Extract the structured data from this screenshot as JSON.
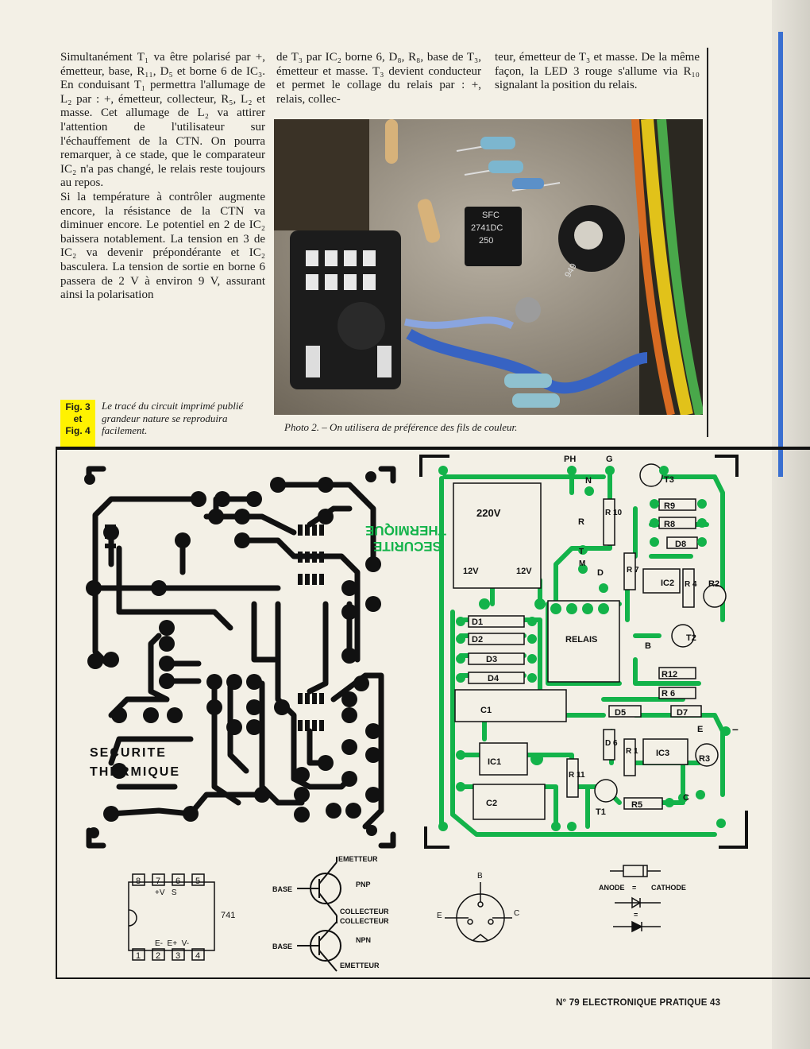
{
  "columns": {
    "col1": "Simultanément T₁ va être polarisé par +, émetteur, base, R₁₁, D₅ et borne 6 de IC₃. En conduisant T₁ permettra l'allumage de L₂ par : +, émetteur, collecteur, R₅, L₂ et masse. Cet allumage de L₂ va attirer l'attention de l'utilisateur sur l'échauffement de la CTN. On pourra remarquer, à ce stade, que le comparateur IC₂ n'a pas changé, le relais reste toujours au repos.",
    "col1b": "Si la température à contrôler augmente encore, la résistance de la CTN va diminuer encore. Le potentiel en 2 de IC₂ baissera notablement. La tension en 3 de IC₂ va devenir prépondérante et IC₂ basculera. La tension de sortie en borne 6 passera de 2 V à environ 9 V, assurant ainsi la polarisation",
    "col2": "de T₃ par IC₂ borne 6, D₈, R₈, base de T₃, émetteur et masse. T₃ devient conducteur et permet le collage du relais par : +, relais, collec-",
    "col3": "teur, émetteur de T₃ et masse. De la même façon, la LED 3 rouge s'allume via R₁₀ signalant la position du relais."
  },
  "photo": {
    "caption": "Photo 2. – On utilisera de préférence des fils de couleur.",
    "chip_lines": [
      "SFC",
      "2741DC",
      "250"
    ],
    "pot_label": "949"
  },
  "figure": {
    "tag": [
      "Fig. 3",
      "et",
      "Fig. 4"
    ],
    "caption": "Le tracé du circuit imprimé publié grandeur nature se reproduira facilement.",
    "pcb_title": [
      "SECURITE",
      "THERMIQUE"
    ],
    "green_labels": {
      "ph": "PH",
      "g": "G",
      "n": "N",
      "t3": "T3",
      "r9": "R9",
      "r8": "R8",
      "d8": "D8",
      "v220": "220V",
      "thermique": "THERMIQUE",
      "securite": "SECURITE",
      "r": "R",
      "r10": "R 10",
      "t": "T",
      "m": "M",
      "d": "D",
      "r7": "R 7",
      "v12a": "12V",
      "v12b": "12V",
      "ic2": "IC2",
      "r4": "R 4",
      "r2": "R2",
      "d1": "D1",
      "d2": "D2",
      "d3": "D3",
      "d4": "D4",
      "relais": "RELAIS",
      "b": "B",
      "t2": "T2",
      "r12": "R12",
      "r6": "R 6",
      "c1": "C1",
      "d5": "D5",
      "d7": "D7",
      "e": "E",
      "minus": "–",
      "d6": "D 6",
      "r1": "R 1",
      "ic3": "IC3",
      "ic1": "IC1",
      "r3": "R3",
      "r11": "R 11",
      "c": "C",
      "c2": "C2",
      "t1": "T1",
      "r5": "R5"
    },
    "ic741": {
      "pins_top": [
        "8",
        "7",
        "6",
        "5"
      ],
      "pins_bottom": [
        "1",
        "2",
        "3",
        "4"
      ],
      "top_labels": "+V   S",
      "bottom_labels": "E-  E+  V-",
      "name": "741"
    },
    "pnp": {
      "emitter": "EMETTEUR",
      "base": "BASE",
      "type": "PNP",
      "collector": "COLLECTEUR"
    },
    "npn": {
      "collector": "COLLECTEUR",
      "base": "BASE",
      "type": "NPN",
      "emitter": "EMETTEUR"
    },
    "pinout": {
      "b": "B",
      "e": "E",
      "c": "C"
    },
    "diode": {
      "anode": "ANODE",
      "eq": "=",
      "cathode": "CATHODE",
      "eq2": "="
    }
  },
  "footer": "N° 79 ELECTRONIQUE PRATIQUE 43",
  "colors": {
    "green": "#13b34a",
    "yellow": "#fff200",
    "paper": "#f3f0e6"
  }
}
